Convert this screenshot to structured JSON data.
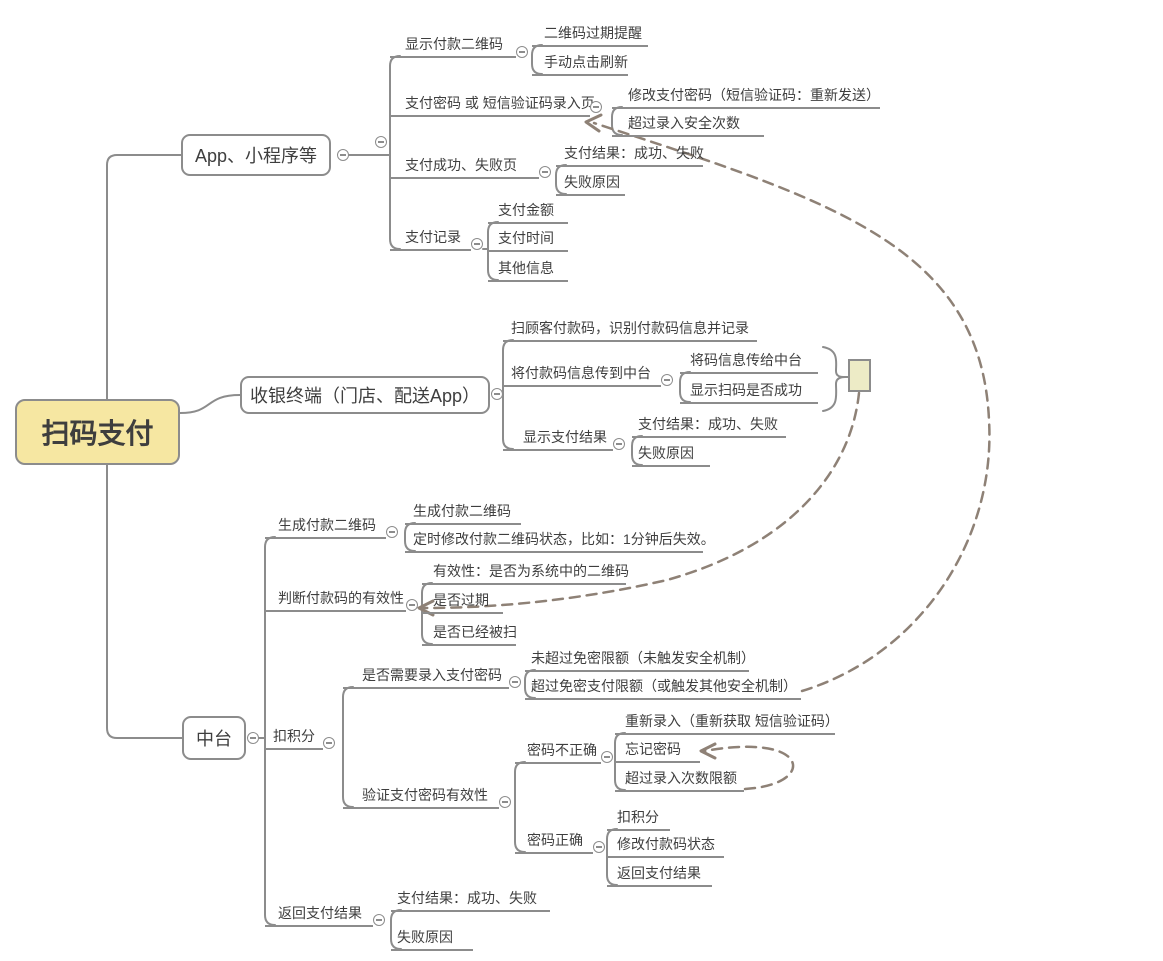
{
  "app_type": "mind-map-canvas",
  "colors": {
    "background": "#FFFFFF",
    "line": "#8C8C8C",
    "text": "#3E3E3E",
    "root_fill": "#F6E7A2",
    "note_fill": "#EDEBC6",
    "dash": "#8E8176",
    "topic_fill": "#FFFFFF"
  },
  "icons": {
    "collapse": "minus-circle-icon",
    "summary_note": "blank-note-rectangle"
  },
  "map": {
    "root": {
      "label": "扫码支付"
    },
    "branches": [
      {
        "label": "App、小程序等",
        "children": [
          {
            "label": "显示付款二维码",
            "children": [
              {
                "label": "二维码过期提醒"
              },
              {
                "label": "手动点击刷新"
              }
            ]
          },
          {
            "label": "支付密码 或 短信验证码录入页",
            "children": [
              {
                "label": "修改支付密码（短信验证码：重新发送）"
              },
              {
                "label": "超过录入安全次数"
              }
            ]
          },
          {
            "label": "支付成功、失败页",
            "children": [
              {
                "label": "支付结果：成功、失败"
              },
              {
                "label": "失败原因"
              }
            ]
          },
          {
            "label": "支付记录",
            "children": [
              {
                "label": "支付金额"
              },
              {
                "label": "支付时间"
              },
              {
                "label": "其他信息"
              }
            ]
          }
        ]
      },
      {
        "label": "收银终端（门店、配送App）",
        "children": [
          {
            "label": "扫顾客付款码，识别付款码信息并记录"
          },
          {
            "label": "将付款码信息传到中台",
            "children": [
              {
                "label": "将码信息传给中台"
              },
              {
                "label": "显示扫码是否成功"
              }
            ]
          },
          {
            "label": "显示支付结果",
            "children": [
              {
                "label": "支付结果：成功、失败"
              },
              {
                "label": "失败原因"
              }
            ]
          }
        ]
      },
      {
        "label": "中台",
        "children": [
          {
            "label": "生成付款二维码",
            "children": [
              {
                "label": "生成付款二维码"
              },
              {
                "label": "定时修改付款二维码状态，比如：1分钟后失效。"
              }
            ]
          },
          {
            "label": "判断付款码的有效性",
            "children": [
              {
                "label": "有效性：是否为系统中的二维码"
              },
              {
                "label": "是否过期"
              },
              {
                "label": "是否已经被扫"
              }
            ]
          },
          {
            "label": "扣积分",
            "children": [
              {
                "label": "是否需要录入支付密码",
                "children": [
                  {
                    "label": "未超过免密限额（未触发安全机制）"
                  },
                  {
                    "label": "超过免密支付限额（或触发其他安全机制）"
                  }
                ]
              },
              {
                "label": "验证支付密码有效性",
                "children": [
                  {
                    "label": "密码不正确",
                    "children": [
                      {
                        "label": "重新录入（重新获取 短信验证码）"
                      },
                      {
                        "label": "忘记密码"
                      },
                      {
                        "label": "超过录入次数限额"
                      }
                    ]
                  },
                  {
                    "label": "密码正确",
                    "children": [
                      {
                        "label": "扣积分"
                      },
                      {
                        "label": "修改付款码状态"
                      },
                      {
                        "label": "返回支付结果"
                      }
                    ]
                  }
                ]
              }
            ]
          },
          {
            "label": "返回支付结果",
            "children": [
              {
                "label": "支付结果：成功、失败"
              },
              {
                "label": "失败原因"
              }
            ]
          }
        ]
      }
    ]
  }
}
